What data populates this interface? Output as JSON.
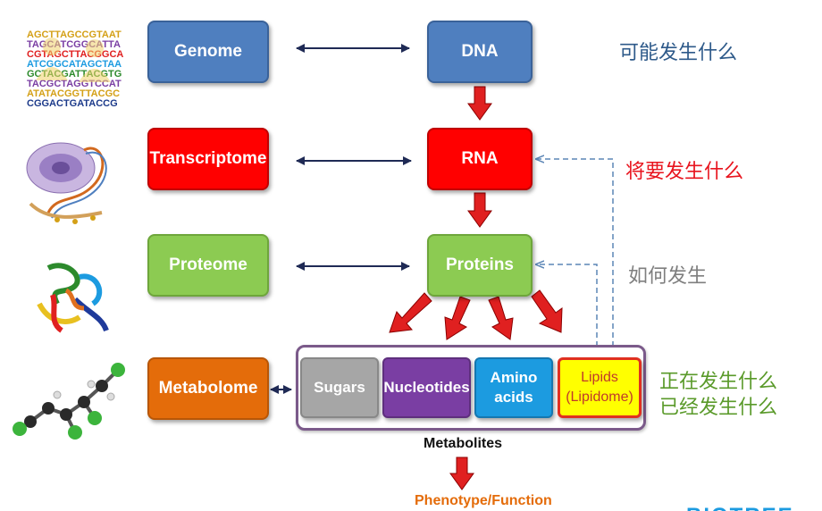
{
  "omics": {
    "genome": "Genome",
    "transcriptome": "Transcriptome",
    "proteome": "Proteome",
    "metabolome": "Metabolome"
  },
  "molecules": {
    "dna": "DNA",
    "rna": "RNA",
    "proteins": "Proteins"
  },
  "metabolites": {
    "sugars": "Sugars",
    "nucleotides": "Nucleotides",
    "amino_line1": "Amino",
    "amino_line2": "acids",
    "lipids_line1": "Lipids",
    "lipids_line2": "(Lipidome)",
    "caption": "Metabolites"
  },
  "phenotype": "Phenotype/Function",
  "annotations": {
    "genome_note": "可能发生什么",
    "rna_note": "将要发生什么",
    "protein_note": "如何发生",
    "metab_note_1": "正在发生什么",
    "metab_note_2": "已经发生什么"
  },
  "colors": {
    "genome_blue": "#4f7fbf",
    "rna_red": "#ff0000",
    "protein_green": "#8ccb52",
    "metabolome_orange": "#e46c0a",
    "note_blue": "#2e5a8a",
    "note_red": "#e8141e",
    "note_gray": "#7f7f7f",
    "note_green": "#5a9a2a"
  },
  "icons": {
    "row1": "dna-sequence-people-icon",
    "row2": "cell-dna-icon",
    "row3": "protein-structure-icon",
    "row4": "molecule-ball-stick-icon"
  },
  "watermark": "BIOTREE"
}
